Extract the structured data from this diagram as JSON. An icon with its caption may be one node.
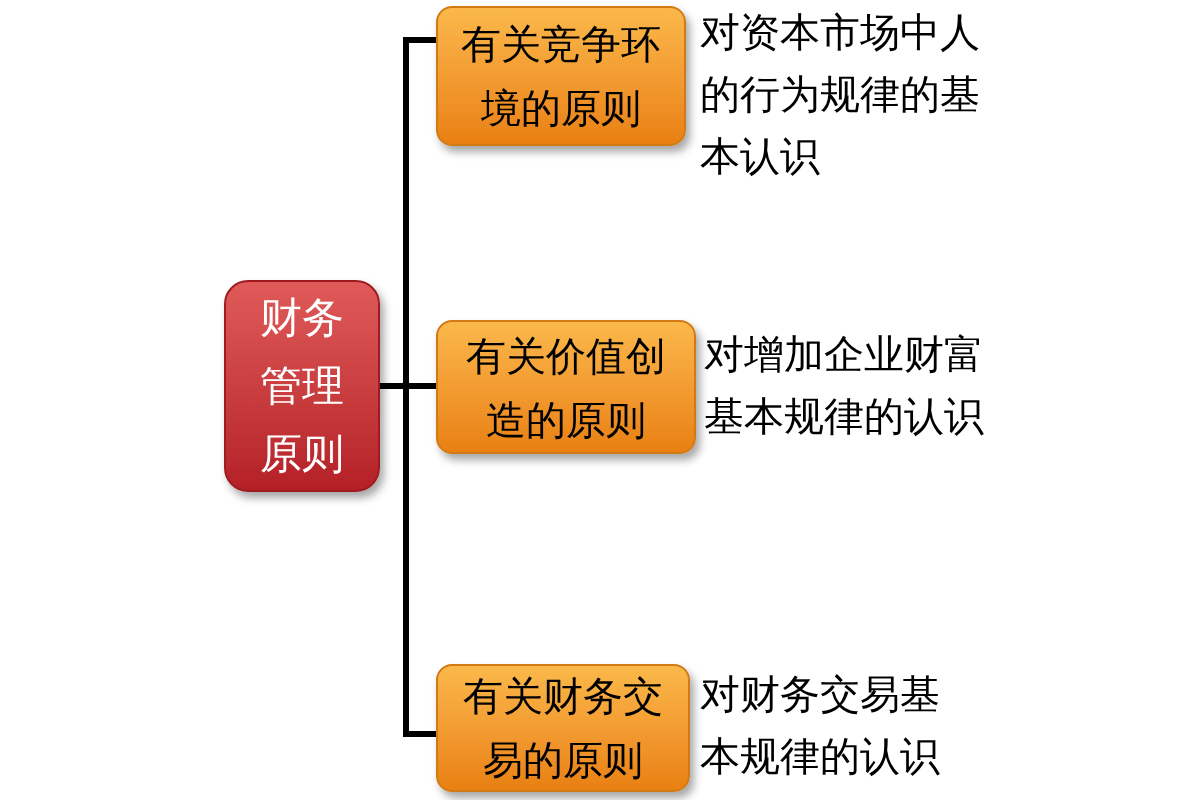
{
  "diagram": {
    "nodes": [
      {
        "text": [
          "财务管理原则"
        ]
      },
      {
        "text": [
          "有关竞争环境的原则"
        ],
        "beside": [
          "对资本市场中人的行为规律的基本认识"
        ]
      },
      {
        "text": [
          "有关价值创造的原则"
        ],
        "beside": [
          "对增加企业财富基本规律的认识"
        ]
      },
      {
        "text": [
          "有关财务交易的原则"
        ],
        "beside": [
          "对财务交易基本规律的认识"
        ]
      }
    ],
    "edges": [
      {
        "from": 0,
        "to": 1,
        "arrow": "none"
      },
      {
        "from": 0,
        "to": 2,
        "arrow": "none"
      },
      {
        "from": 0,
        "to": 3,
        "arrow": "none"
      }
    ]
  }
}
